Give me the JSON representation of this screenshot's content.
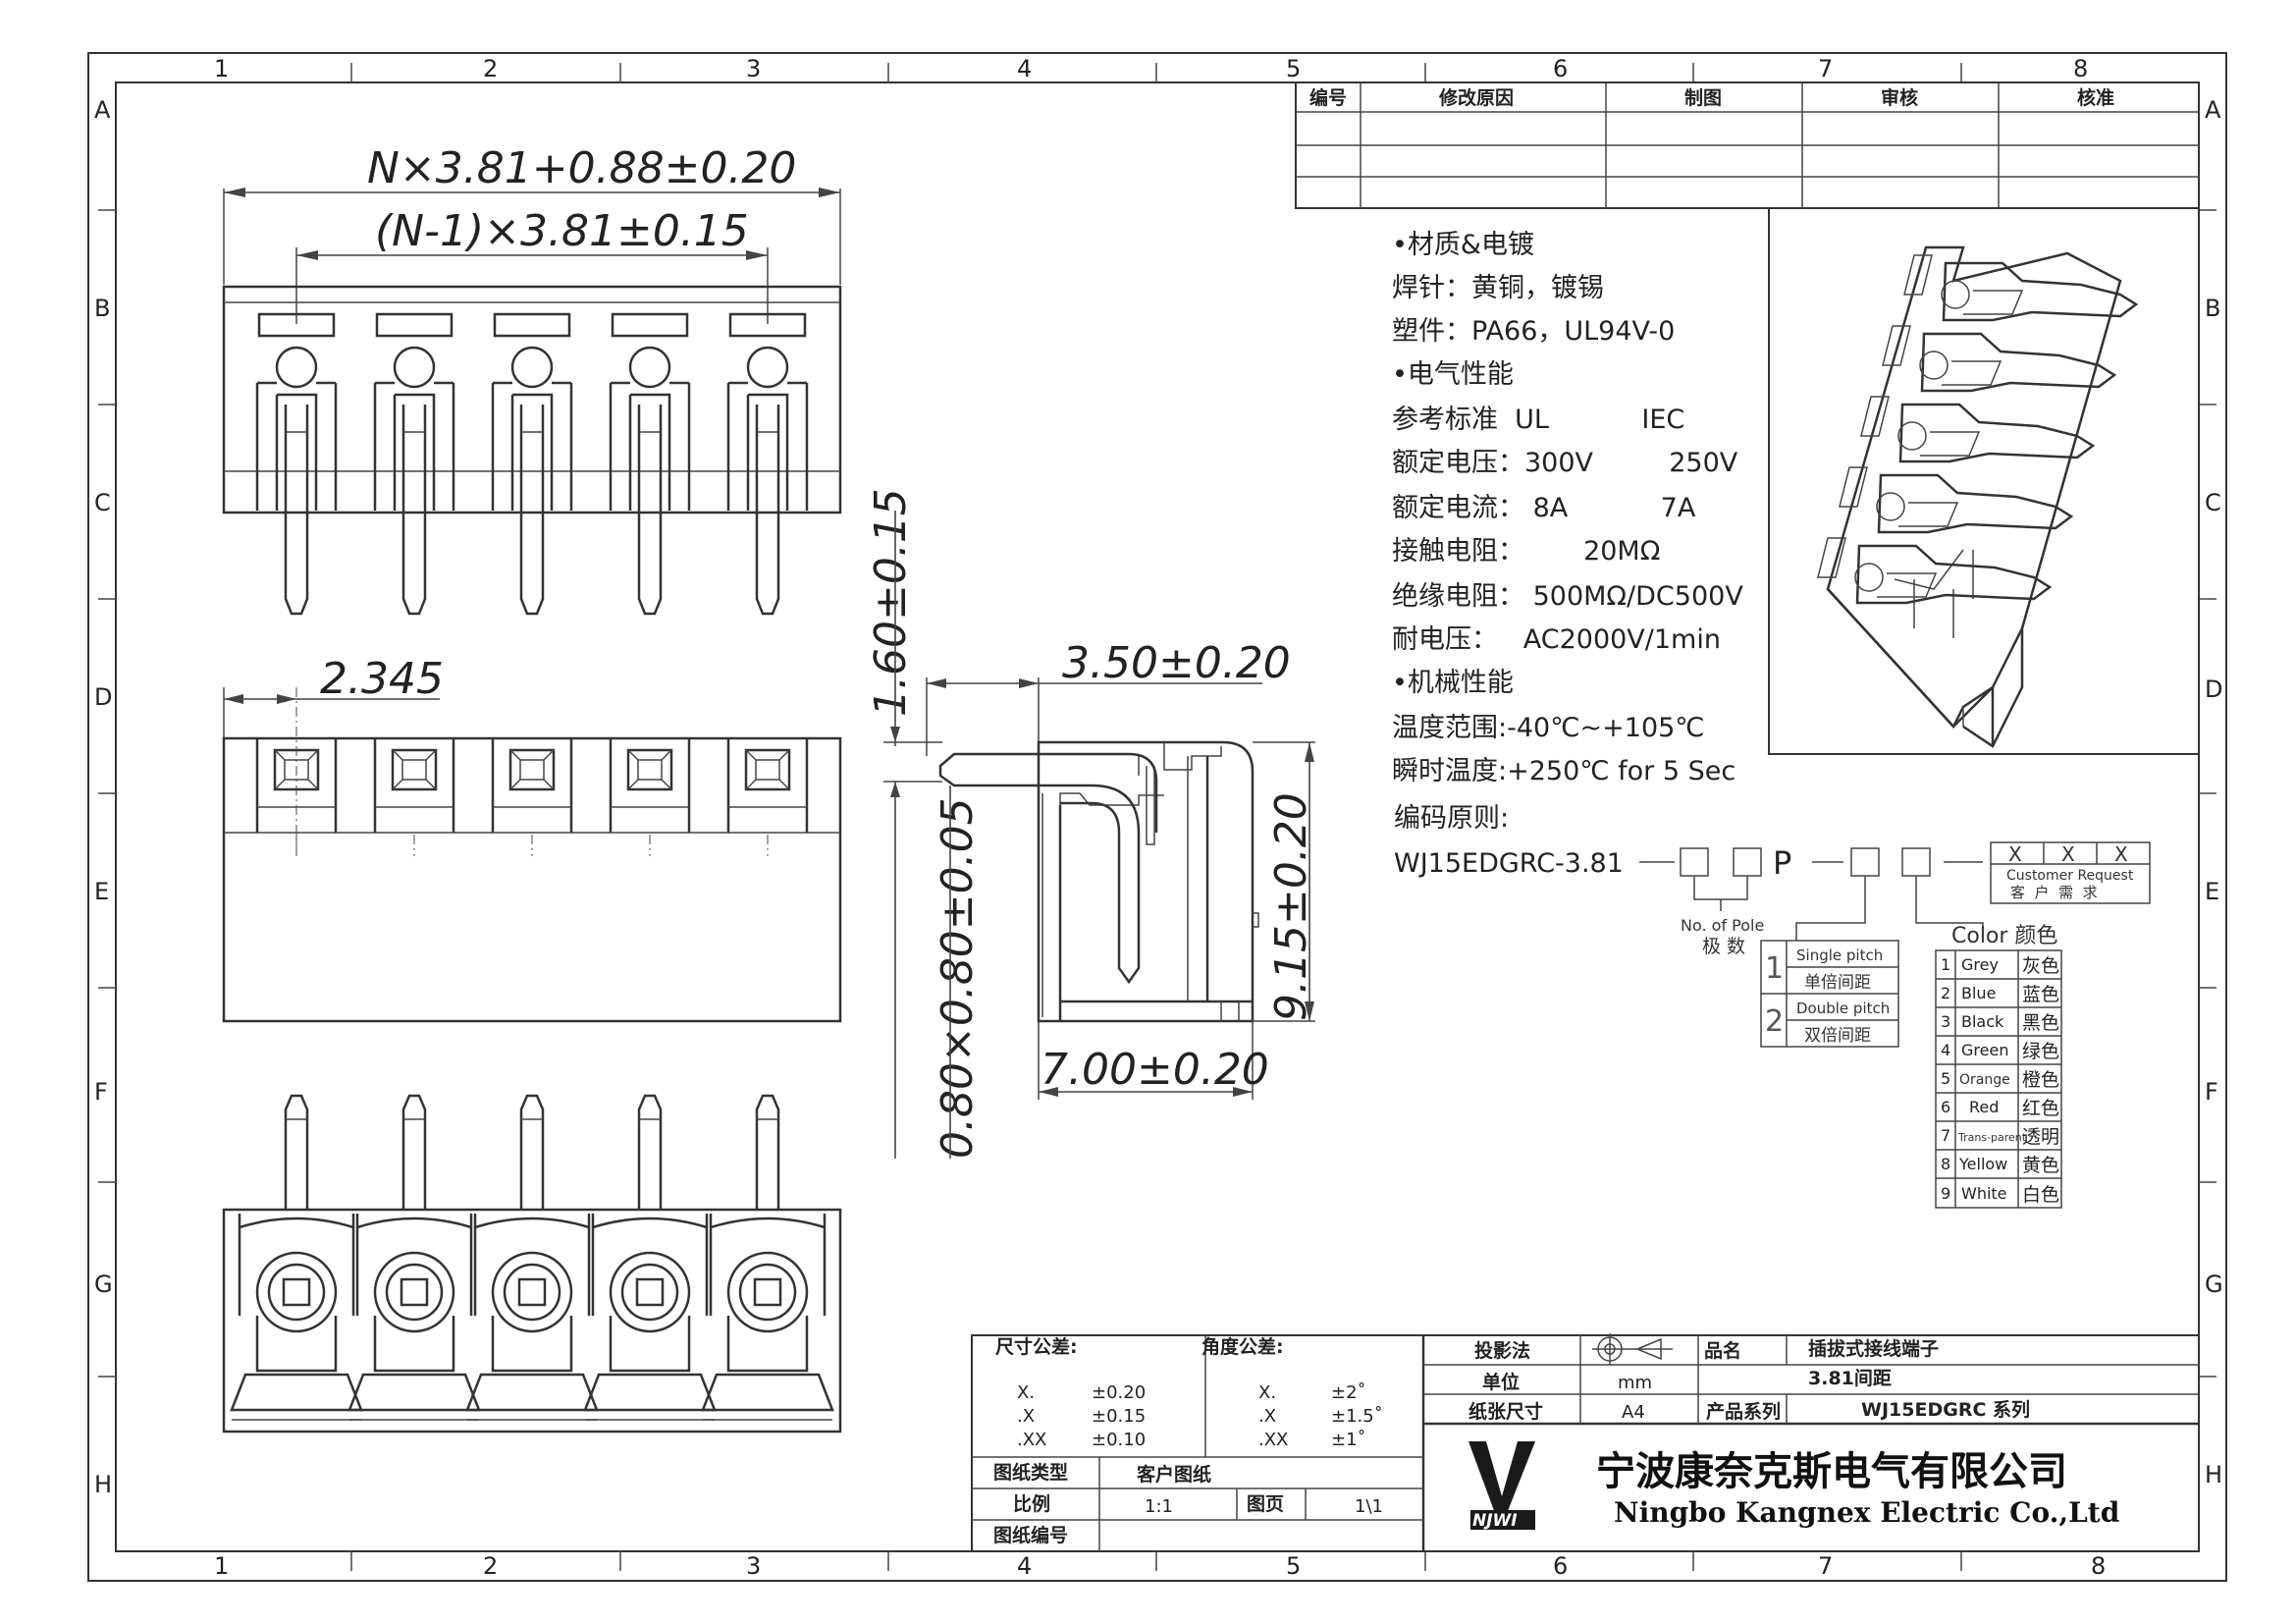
{
  "zones": {
    "columns": [
      "1",
      "2",
      "3",
      "4",
      "5",
      "6",
      "7",
      "8"
    ],
    "rows": [
      "A",
      "B",
      "C",
      "D",
      "E",
      "F",
      "G",
      "H"
    ]
  },
  "revision_table": {
    "headers": [
      "编号",
      "修改原因",
      "制图",
      "审核",
      "核准"
    ]
  },
  "dimensions": {
    "overall_width": "N×3.81+0.88±0.20",
    "pitch_span": "(N-1)×3.81±0.15",
    "edge_offset": "2.345",
    "pin_height": "1.60±0.15",
    "side_depth": "3.50±0.20",
    "pin_section": "0.80×0.80±0.05",
    "body_height": "9.15±0.20",
    "body_width": "7.00±0.20"
  },
  "specs": {
    "lines": [
      "•材质&电镀",
      "焊针：黄铜，镀锡",
      "塑件：PA66，UL94V-0",
      "•电气性能",
      "参考标准  UL           IEC",
      "额定电压：300V         250V",
      "额定电流： 8A           7A",
      "接触电阻：       20MΩ",
      "绝缘电阻： 500MΩ/DC500V",
      "耐电压：   AC2000V/1min",
      "•机械性能",
      "温度范围:-40℃~+105℃",
      "瞬时温度:+250℃ for 5 Sec"
    ]
  },
  "part_code": {
    "title": "编码原则:",
    "prefix": "WJ15EDGRC-3.81",
    "p_letter": "P",
    "x_mark": "X",
    "customer_request_en": "Customer Request",
    "customer_request_cn": "客  户  需  求",
    "poles_en": "No. of Pole",
    "poles_cn": "极 数",
    "pitch_options": [
      {
        "num": "1",
        "en": "Single pitch",
        "cn": "单倍间距"
      },
      {
        "num": "2",
        "en": "Double pitch",
        "cn": "双倍间距"
      }
    ],
    "color_title": "Color 颜色",
    "colors": [
      {
        "num": "1",
        "en": "Grey",
        "cn": "灰色"
      },
      {
        "num": "2",
        "en": "Blue",
        "cn": "蓝色"
      },
      {
        "num": "3",
        "en": "Black",
        "cn": "黑色"
      },
      {
        "num": "4",
        "en": "Green",
        "cn": "绿色"
      },
      {
        "num": "5",
        "en": "Orange",
        "cn": "橙色"
      },
      {
        "num": "6",
        "en": "Red",
        "cn": "红色"
      },
      {
        "num": "7",
        "en": "Trans-parent",
        "cn": "透明"
      },
      {
        "num": "8",
        "en": "Yellow",
        "cn": "黄色"
      },
      {
        "num": "9",
        "en": "White",
        "cn": "白色"
      }
    ]
  },
  "title_block": {
    "size_tolerance_label": "尺寸公差:",
    "size_tolerances": [
      {
        "k": "X.",
        "v": "±0.20"
      },
      {
        "k": ".X",
        "v": "±0.15"
      },
      {
        "k": ".XX",
        "v": "±0.10"
      }
    ],
    "angle_tolerance_label": "角度公差:",
    "angle_tolerances": [
      {
        "k": "X.",
        "v": "±2˚"
      },
      {
        "k": ".X",
        "v": "±1.5˚"
      },
      {
        "k": ".XX",
        "v": "±1˚"
      }
    ],
    "drawing_type_label": "图纸类型",
    "drawing_type": "客户图纸",
    "scale_label": "比例",
    "scale": "1:1",
    "page_label": "图页",
    "page": "1\\1",
    "drawing_no_label": "图纸编号",
    "projection_label": "投影法",
    "unit_label": "单位",
    "unit": "mm",
    "paper_label": "纸张尺寸",
    "paper": "A4",
    "product_name_label": "品名",
    "product_name": "插拔式接线端子",
    "product_pitch": "3.81间距",
    "series_label": "产品系列",
    "series": "WJ15EDGRC 系列",
    "logo_text": "NJWI",
    "company_cn": "宁波康奈克斯电气有限公司",
    "company_en": "Ningbo Kangnex Electric Co.,Ltd"
  }
}
